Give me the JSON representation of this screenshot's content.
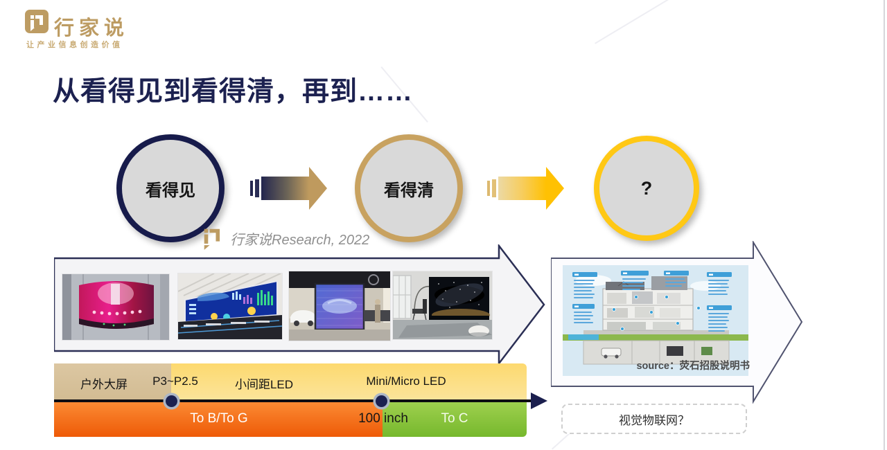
{
  "brand": {
    "name": "行家说",
    "tagline": "让产业信息创造价值",
    "color": "#bd9c63"
  },
  "title": {
    "text": "从看得见到看得清，再到……",
    "color": "#1c2150"
  },
  "stages": {
    "items": [
      {
        "label": "看得见",
        "ring": "#171b4b"
      },
      {
        "label": "看得清",
        "ring": "#c8a260"
      },
      {
        "label": "?",
        "ring": "#ffc815"
      }
    ]
  },
  "attribution": {
    "text": "行家说Research, 2022"
  },
  "evolution": {
    "photos": [
      {
        "name": "outdoor-building-led-photo"
      },
      {
        "name": "control-room-display-wall-photo"
      },
      {
        "name": "transparent-led-showroom-photo"
      },
      {
        "name": "living-room-large-tv-photo"
      }
    ]
  },
  "future": {
    "image": "smart-home-cutaway-image",
    "source_note": "source：荧石招股说明书"
  },
  "timeline": {
    "axis_labels": [
      {
        "text": "户外大屏"
      },
      {
        "text": "P3~P2.5"
      },
      {
        "text": "小间距LED"
      },
      {
        "text": "Mini/Micro LED"
      }
    ],
    "band_labels": [
      {
        "text": "To B/To G"
      },
      {
        "text": "100 inch"
      },
      {
        "text": "To C"
      }
    ],
    "colors": {
      "tan_band": "#d7c29c",
      "yellow_band": "#fcd96f",
      "orange_band": "#f26a14",
      "green_band": "#84bf3a",
      "axis": "#0d0d12",
      "marker_dot": "#1b2150"
    }
  },
  "question_box": {
    "text": "视觉物联网？"
  }
}
